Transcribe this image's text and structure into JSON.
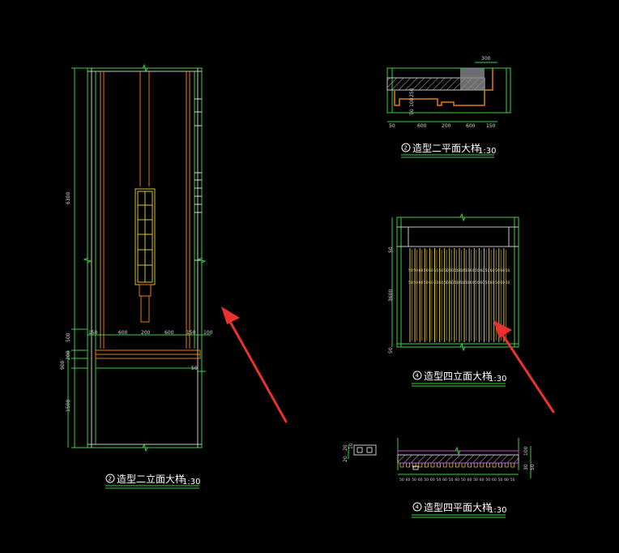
{
  "colors": {
    "background": "#000000",
    "frame": "#3ecf3e",
    "orange": "#e07a1c",
    "yellow": "#d8c43a",
    "white": "#ffffff",
    "grey": "#c8c8c8",
    "magenta": "#c64bd6",
    "arrow": "#e8322f"
  },
  "drawing1": {
    "title": "造型二立面大样",
    "scale": "1:30",
    "index": "2",
    "dims": {
      "height_top": "6300",
      "height_mid1": "500",
      "height_mid2": "200",
      "height_mid3": "900",
      "height_bottom": "1500",
      "w1": "150",
      "w2": "600",
      "w3": "200",
      "w4": "600",
      "w5": "150",
      "w6": "100",
      "small": "50"
    }
  },
  "drawing2": {
    "title": "造型二平面大样",
    "scale": "1:30",
    "index": "2",
    "dims": {
      "top": "300",
      "d1": "50",
      "d2": "600",
      "d3": "200",
      "d4": "600",
      "d5": "150",
      "v1": "250",
      "v2": "100",
      "v3": "50"
    }
  },
  "drawing3": {
    "title": "造型四立面大样",
    "scale": "1:30",
    "index": "4",
    "dims": {
      "left_top": "50",
      "left_mid": "3600",
      "left_bottom": "50",
      "slat_labels": [
        "50",
        "50",
        "60",
        "50",
        "60",
        "50",
        "60",
        "50",
        "60",
        "50",
        "60",
        "50",
        "60",
        "50",
        "60",
        "50",
        "60",
        "50",
        "60",
        "50"
      ]
    }
  },
  "drawing4": {
    "title": "造型四平面大样",
    "scale": "1:30",
    "index": "4",
    "dims": {
      "detail_a": "20",
      "detail_b": "10",
      "detail_c": "20",
      "right_a": "100",
      "right_b": "30",
      "right_c": "50",
      "bottom_labels": [
        "50",
        "60",
        "50",
        "60",
        "50",
        "60",
        "50",
        "60",
        "50",
        "60",
        "50",
        "60",
        "50",
        "60",
        "50",
        "60",
        "50",
        "60",
        "50"
      ]
    }
  }
}
